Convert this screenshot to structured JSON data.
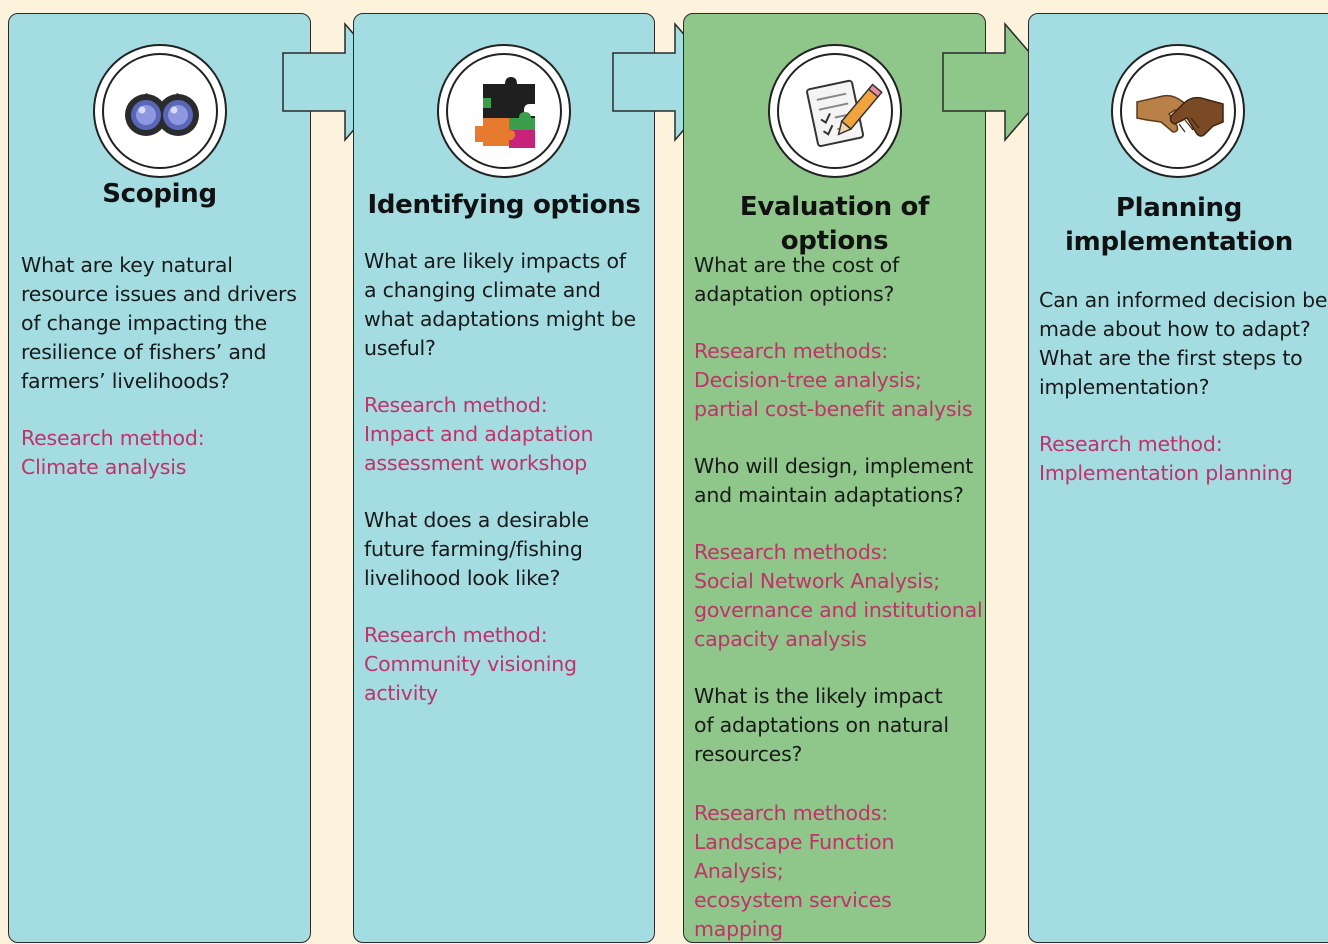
{
  "stages": [
    {
      "title": "Scoping",
      "icon": "binoculars-icon",
      "color": "#a3dce1",
      "question1": [
        "What are key natural",
        "resource issues and drivers",
        "of change impacting the",
        "resilience of fishers’ and",
        "farmers’ livelihoods?"
      ],
      "method1": [
        "Research method:",
        "Climate analysis"
      ]
    },
    {
      "title": "Identifying options",
      "icon": "puzzle-icon",
      "color": "#a3dce1",
      "question1": [
        "What are likely impacts of",
        "a changing climate and",
        "what adaptations might be",
        "useful?"
      ],
      "method1": [
        "Research method:",
        "Impact and adaptation",
        "assessment workshop"
      ],
      "question2": [
        "What does a desirable",
        "future farming/fishing",
        "livelihood look like?"
      ],
      "method2": [
        "Research method:",
        "Community visioning",
        "activity"
      ]
    },
    {
      "title": "Evaluation of options",
      "icon": "checklist-pencil-icon",
      "color": "#8fc68a",
      "question1": [
        "What are the cost of",
        "adaptation options?"
      ],
      "method1": [
        "Research methods:",
        "Decision-tree analysis;",
        "partial cost-benefit analysis"
      ],
      "question2": [
        "Who will design, implement",
        "and maintain adaptations?"
      ],
      "method2": [
        "Research methods:",
        "Social Network Analysis;",
        "governance and institutional",
        "capacity analysis"
      ],
      "question3": [
        "What is the likely impact",
        "of adaptations on natural",
        "resources?"
      ],
      "method3": [
        "Research methods:",
        "Landscape Function",
        "Analysis;",
        "ecosystem services mapping"
      ]
    },
    {
      "title1": "Planning",
      "title2": "implementation",
      "icon": "handshake-icon",
      "color": "#a3dce1",
      "question1": [
        "Can an informed decision be",
        "made about how to adapt?",
        "What are the first steps to",
        "implementation?"
      ],
      "method1": [
        "Research method:",
        "Implementation planning"
      ]
    }
  ],
  "colors": {
    "background": "#fdf3dc",
    "blue_panel": "#a3dce1",
    "green_panel": "#8fc68a",
    "method_text": "#c3306a"
  }
}
